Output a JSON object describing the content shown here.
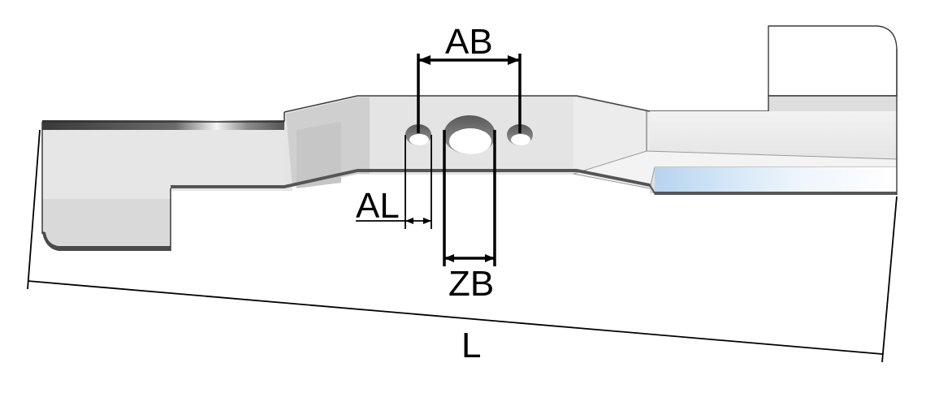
{
  "diagram": {
    "labels": {
      "hole_spacing": "AB",
      "hole_diameter": "AL",
      "center_bore": "ZB",
      "length": "L"
    },
    "colors": {
      "blade_face": "#e8e8e8",
      "blade_shade": "#d2d2d2",
      "blade_dark": "#b9b9b9",
      "edge_dark": "#4a4a4a",
      "edge_highlight": "#ffffff",
      "cutting_edge_blue": "#cfe3f6",
      "dimension_ink": "#000000"
    }
  }
}
